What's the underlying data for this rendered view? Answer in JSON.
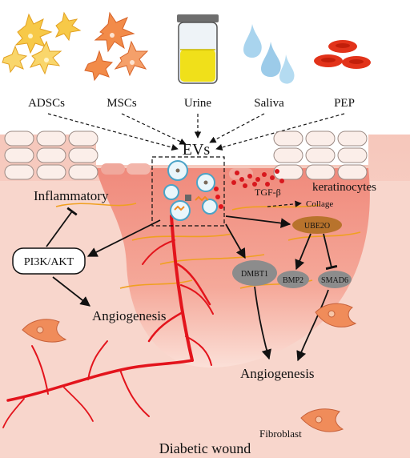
{
  "sources": {
    "adscs": "ADSCs",
    "mscs": "MSCs",
    "urine": "Urine",
    "saliva": "Saliva",
    "pep": "PEP"
  },
  "center": {
    "evs": "EVs"
  },
  "labels": {
    "inflammatory": "Inflammatory",
    "pi3k": "PI3K/AKT",
    "angiogenesis_left": "Angiogenesis",
    "tgf": "TGF-β",
    "keratinocytes": "keratinocytes",
    "collage": "Collage",
    "ube2o": "UBE2O",
    "bmp2": "BMP2",
    "smad6": "SMAD6",
    "dmbt1": "DMBT1",
    "angiogenesis_right": "Angiogenesis",
    "fibroblast": "Fibroblast",
    "wound": "Diabetic wound"
  },
  "colors": {
    "skin": "#f7cfc4",
    "wound_dark": "#f2897a",
    "vessel": "#e3141c",
    "ube2o": "#b8732c",
    "node_gray": "#8c8c8c",
    "urine_fill": "#f0e01a",
    "saliva": "#a9d4ee",
    "pep": "#e2331a",
    "cells_yellow": "#f7c948",
    "cells_orange": "#f28b49"
  }
}
